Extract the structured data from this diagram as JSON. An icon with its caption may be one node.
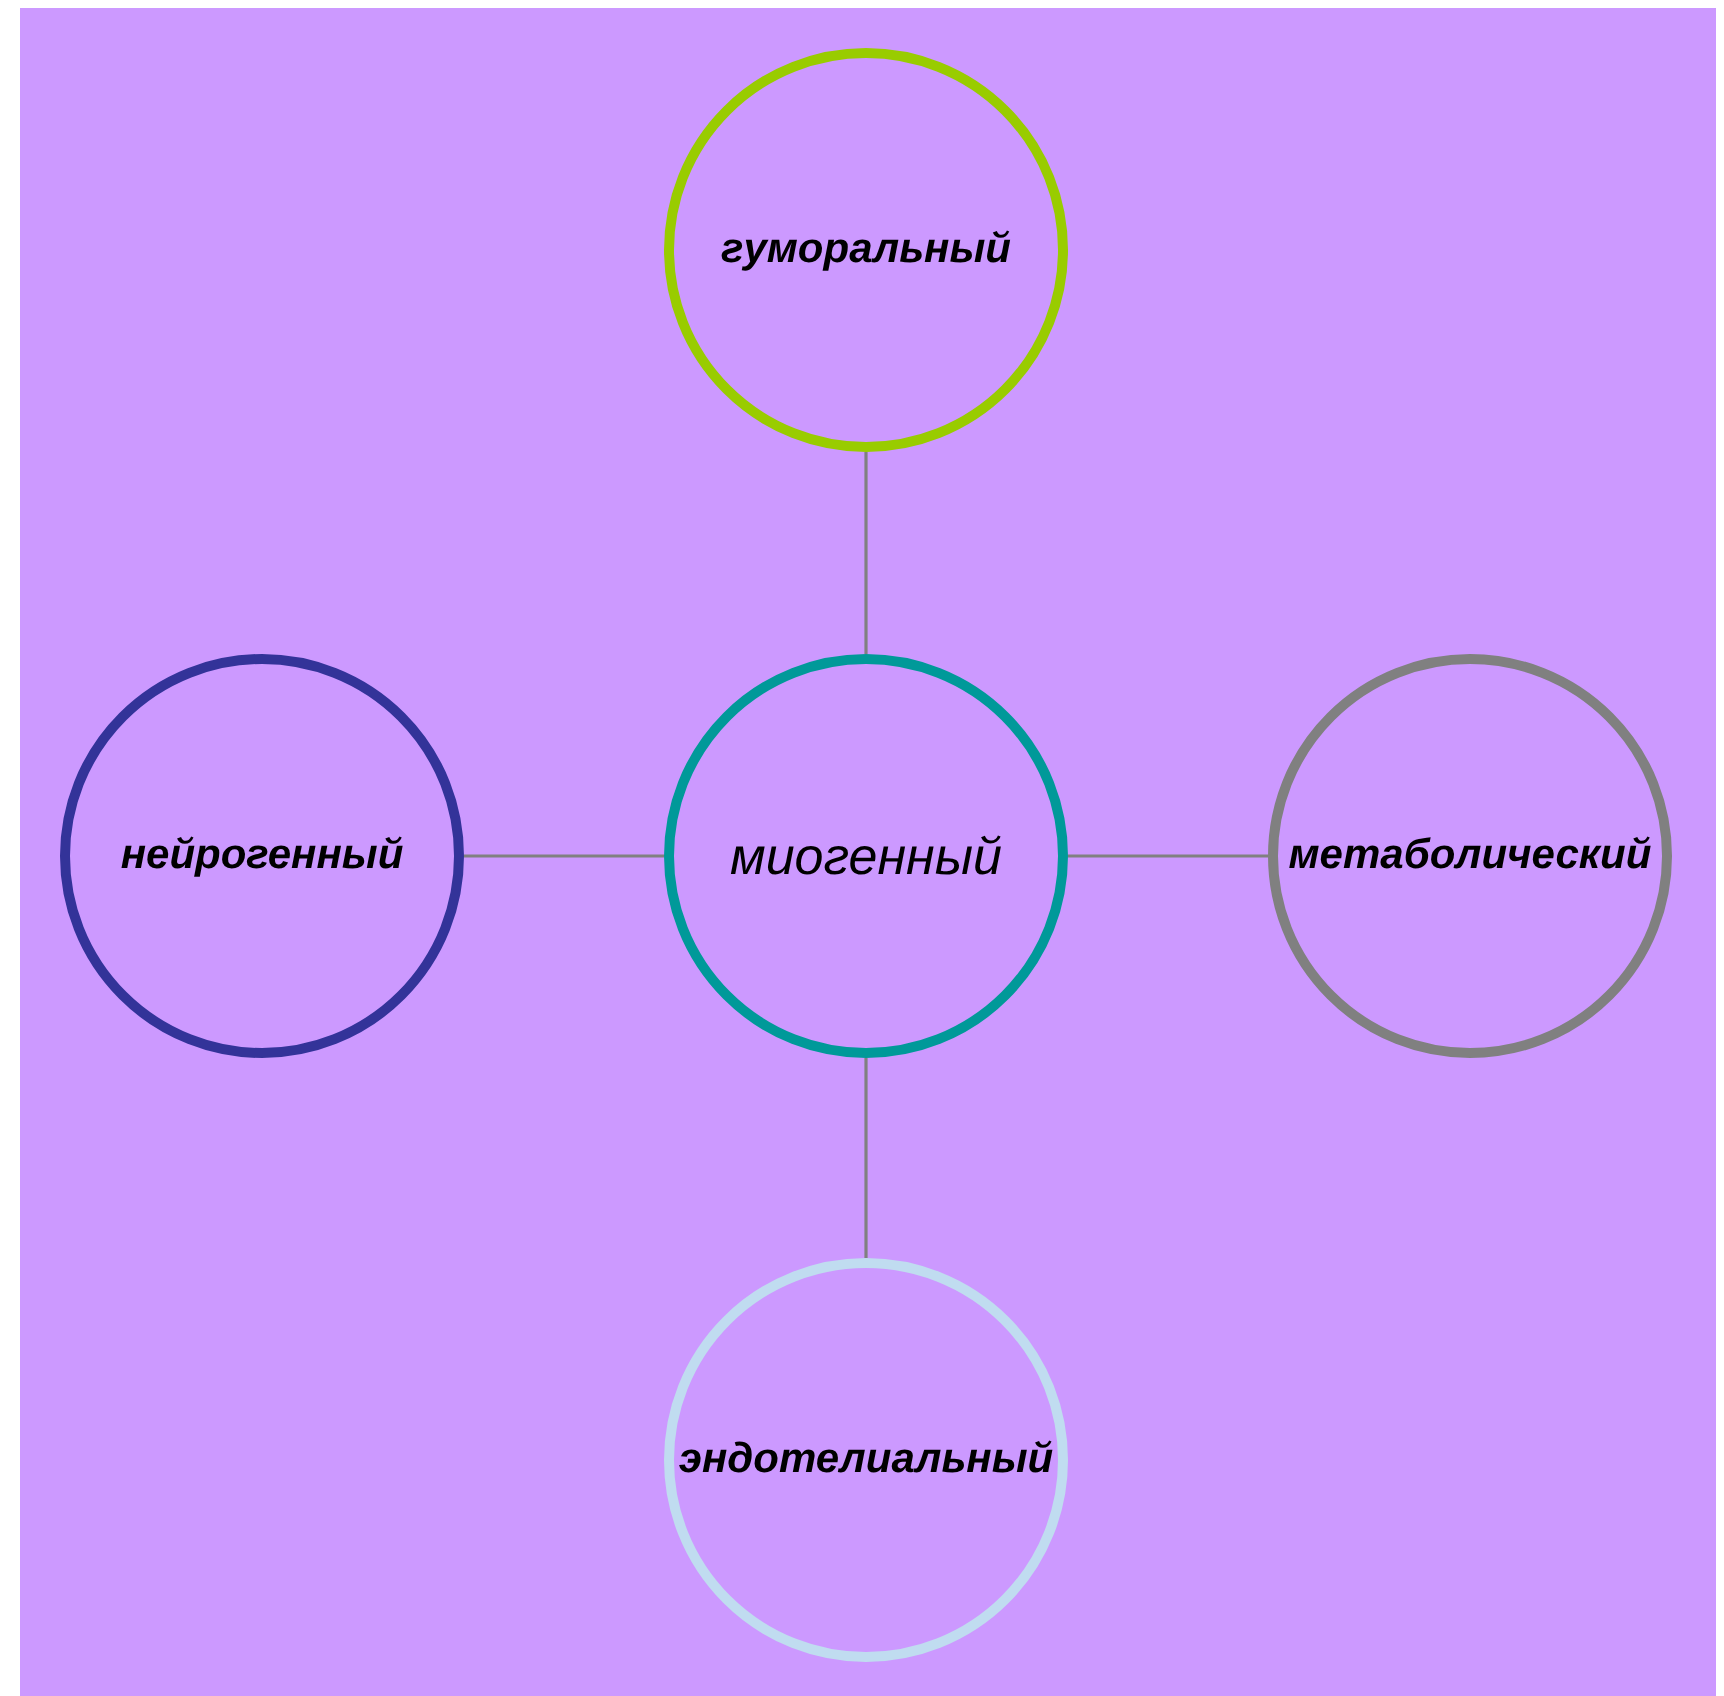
{
  "diagram": {
    "nodes": [
      {
        "text": [
          "гуморальный"
        ]
      },
      {
        "text": [
          "нейрогенный"
        ]
      },
      {
        "text": [
          "миогенный"
        ]
      },
      {
        "text": [
          "метаболический"
        ]
      },
      {
        "text": [
          "эндотелиальный"
        ]
      }
    ],
    "edges": [
      {
        "from": 2,
        "to": 0,
        "arrow": "none"
      },
      {
        "from": 2,
        "to": 1,
        "arrow": "none"
      },
      {
        "from": 2,
        "to": 3,
        "arrow": "none"
      },
      {
        "from": 2,
        "to": 4,
        "arrow": "none"
      }
    ]
  }
}
